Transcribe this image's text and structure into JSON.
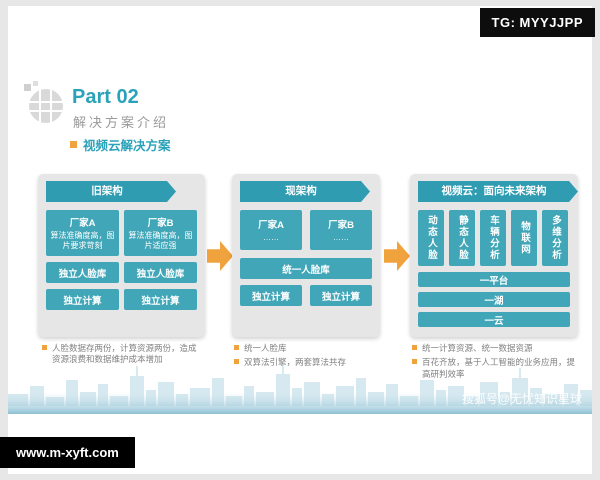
{
  "badges": {
    "tg": "TG: MYYJJPP",
    "website": "www.m-xyft.com",
    "watermark": "搜狐号@无忧知识星球"
  },
  "header": {
    "part": "Part 02",
    "subtitle": "解决方案介绍",
    "bullet_title": "视频云解决方案"
  },
  "columns": [
    {
      "title": "旧架构",
      "vendors": [
        {
          "name": "厂家A",
          "desc": "算法准确度高，图片要求苛刻"
        },
        {
          "name": "厂家B",
          "desc": "算法准确度高，图片适应强"
        }
      ],
      "face_db": [
        "独立人脸库",
        "独立人脸库"
      ],
      "compute": [
        "独立计算",
        "独立计算"
      ],
      "notes": [
        "人脸数据存两份，计算资源两份，造成资源浪费和数据维护成本增加"
      ]
    },
    {
      "title": "现架构",
      "vendors": [
        {
          "name": "厂家A",
          "desc": "……"
        },
        {
          "name": "厂家B",
          "desc": "……"
        }
      ],
      "face_db": [
        "统一人脸库"
      ],
      "compute": [
        "独立计算",
        "独立计算"
      ],
      "notes": [
        "统一人脸库",
        "双算法引擎，两套算法共存"
      ]
    },
    {
      "title": "视频云：面向未来架构",
      "pillars": [
        "动态人脸",
        "静态人脸",
        "车辆分析",
        "物联网",
        "多维分析"
      ],
      "bars": [
        "一平台",
        "一湖",
        "一云"
      ],
      "notes": [
        "统一计算资源、统一数据资源",
        "百花齐放，基于人工智能的业务应用，提高研判效率"
      ]
    }
  ],
  "colors": {
    "teal": "#2f9cb2",
    "teal_light": "#41a6b8",
    "orange": "#f0a23c",
    "panel_gray": "#e6e6e6"
  }
}
